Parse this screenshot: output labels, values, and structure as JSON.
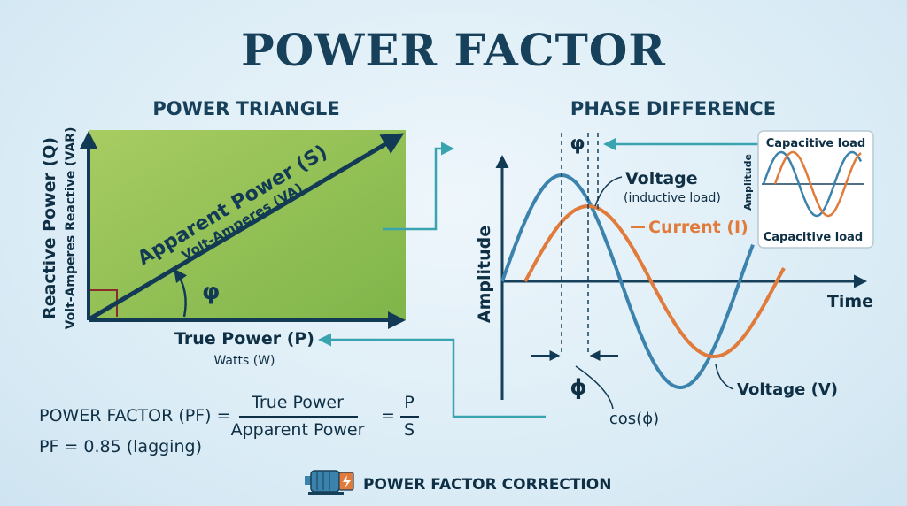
{
  "title": "POWER FACTOR",
  "triangle": {
    "heading": "POWER TRIANGLE",
    "hypotenuse_label": "Apparent Power (S)",
    "hypotenuse_unit": "Volt-Amperes (VA)",
    "vertical_label": "Reactive Power (Q)",
    "vertical_unit": "Volt-Amperes Reactive (VAR)",
    "horizontal_label": "True Power (P)",
    "horizontal_unit": "Watts (W)",
    "angle_symbol": "φ",
    "colors": {
      "fill": "#8fbf4f",
      "arrow": "#123a55"
    }
  },
  "phase": {
    "heading": "PHASE DIFFERENCE",
    "phi_top": "φ",
    "phi_bottom": "ϕ",
    "cos_label": "cos(ϕ)",
    "y_axis_label": "Amplitude",
    "x_axis_label": "Time",
    "voltage_label": "Voltage",
    "voltage_note": "(inductive load)",
    "current_label": "Current (I)",
    "voltage_v_label": "Voltage (V)",
    "colors": {
      "voltage": "#3b82ad",
      "current": "#e07b3b",
      "axis": "#17405a"
    }
  },
  "inset": {
    "title": "Capacitive load",
    "y_axis_label": "Amplitude",
    "caption": "Capacitive load"
  },
  "formula": {
    "lhs": "POWER FACTOR (PF) =",
    "numerator": "True Power",
    "denominator": "Apparent Power",
    "eq": "=",
    "p": "P",
    "s": "S",
    "result": "PF = 0.85 (lagging)"
  },
  "footer": {
    "label": "POWER FACTOR CORRECTION",
    "icon": "motor-icon"
  }
}
